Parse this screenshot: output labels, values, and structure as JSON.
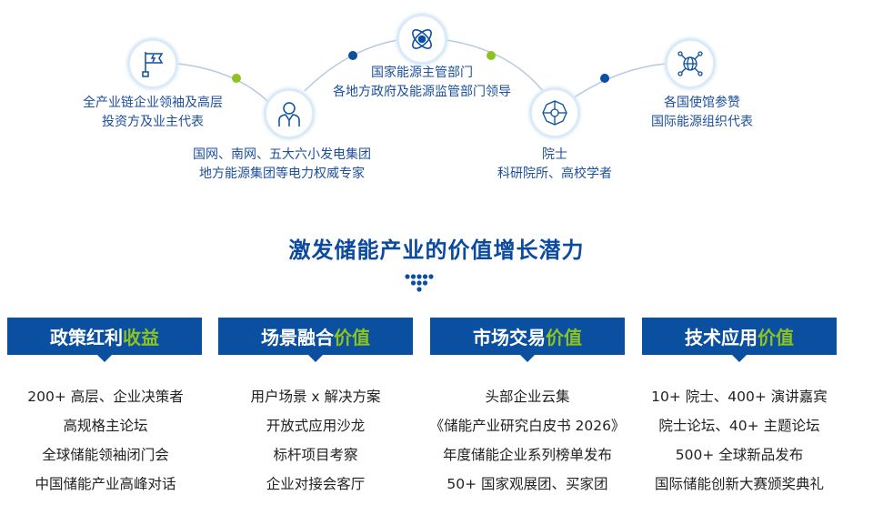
{
  "nodes": [
    {
      "icon": "flag-icon",
      "lines": [
        "全产业链企业领袖及高层",
        "投资方及业主代表"
      ]
    },
    {
      "icon": "businessman-icon",
      "lines": [
        "国网、南网、五大六小发电集团",
        "地方能源集团等电力权威专家"
      ]
    },
    {
      "icon": "atom-icon",
      "lines": [
        "国家能源主管部门",
        "各地方政府及能源监管部门领导"
      ]
    },
    {
      "icon": "network-gear-icon",
      "lines": [
        "院士",
        "科研院所、高校学者"
      ]
    },
    {
      "icon": "globe-network-icon",
      "lines": [
        "各国使馆参赞",
        "国际能源组织代表"
      ]
    }
  ],
  "title": "激发储能产业的价值增长潜力",
  "colors": {
    "blue": "#0a4fa0",
    "green": "#8dc21f",
    "text": "#1b4f9c"
  },
  "columns": [
    {
      "head": "政策红利",
      "accent": "收益",
      "items": [
        "200+ 高层、企业决策者",
        "高规格主论坛",
        "全球储能领袖闭门会",
        "中国储能产业高峰对话"
      ]
    },
    {
      "head": "场景融合",
      "accent": "价值",
      "items": [
        "用户场景 x 解决方案",
        "开放式应用沙龙",
        "标杆项目考察",
        "企业对接会客厅"
      ]
    },
    {
      "head": "市场交易",
      "accent": "价值",
      "items": [
        "头部企业云集",
        "《储能产业研究白皮书 2026》",
        "年度储能企业系列榜单发布",
        "50+ 国家观展团、买家团"
      ]
    },
    {
      "head": "技术应用",
      "accent": "价值",
      "items": [
        "10+ 院士、400+ 演讲嘉宾",
        "院士论坛、40+ 主题论坛",
        "500+ 全球新品发布",
        "国际储能创新大赛颁奖典礼"
      ]
    }
  ]
}
